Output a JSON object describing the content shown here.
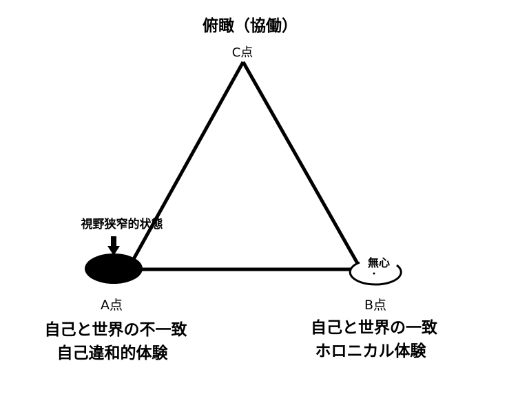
{
  "title": "俯瞰（協働）",
  "point_c": "C点",
  "point_a": "A点",
  "point_b": "B点",
  "narrow_view_label": "視野狭窄的状態",
  "mushin_label": "無心",
  "a_line1": "自己と世界の不一致",
  "a_line2": "自己違和的体験",
  "b_line1": "自己と世界の一致",
  "b_line2": "ホロニカル体験"
}
